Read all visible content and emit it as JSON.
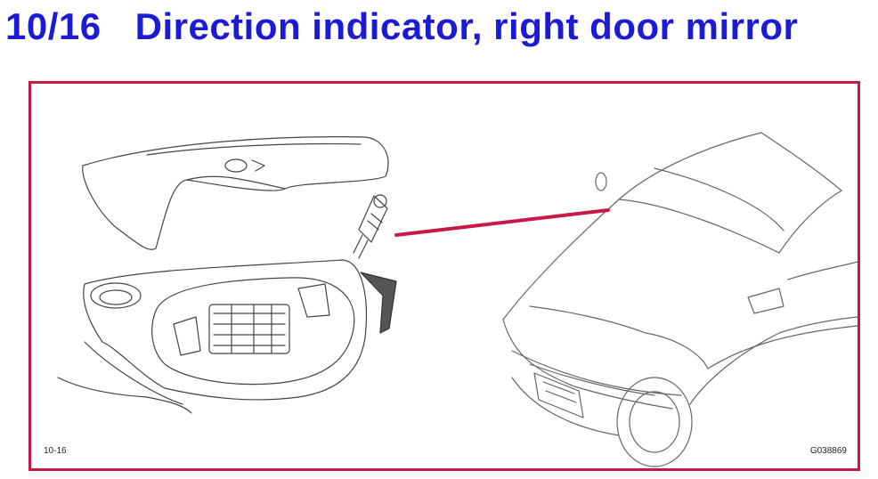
{
  "header": {
    "section_number": "10/16",
    "title": "Direction indicator, right door mirror"
  },
  "figure": {
    "reference_left": "10-16",
    "reference_right": "G038869"
  },
  "colors": {
    "title": "#1b1bd6",
    "frame": "#c8184a",
    "callout_line": "#c8184a",
    "line_art": "#444444"
  }
}
